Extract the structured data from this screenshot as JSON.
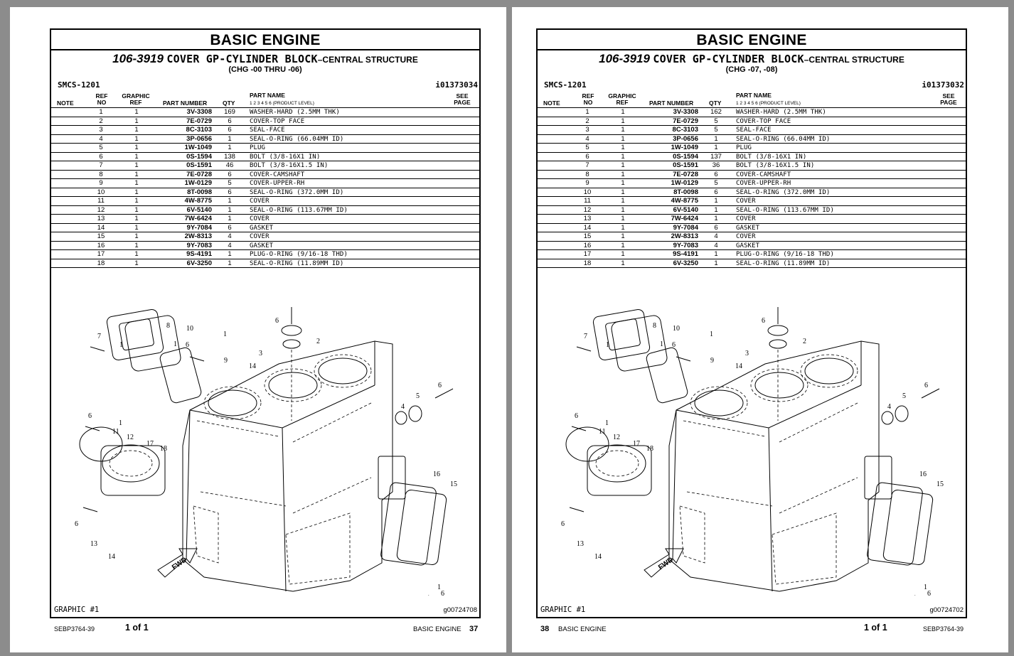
{
  "section_title": "BASIC ENGINE",
  "group_number": "106-3919",
  "group_name": "COVER GP-CYLINDER BLOCK",
  "group_sub": "–CENTRAL STRUCTURE",
  "smcs": "SMCS-1201",
  "table_headers": {
    "note": "NOTE",
    "ref_a": "REF",
    "ref_b": "NO",
    "graphic_a": "GRAPHIC",
    "graphic_b": "REF",
    "part_number": "PART NUMBER",
    "qty": "QTY",
    "part_name": "PART NAME",
    "product_level": "1 2 3 4 5 6 (PRODUCT LEVEL)",
    "see_a": "SEE",
    "see_b": "PAGE"
  },
  "graphic_label": "GRAPHIC #1",
  "pages": [
    {
      "chg": "(CHG -00 THRU -06)",
      "illustration_id": "i01373034",
      "graphic_id": "g00724708",
      "doc_id": "SEBP3764-39",
      "page_of": "1 of 1",
      "footer_section": "BASIC ENGINE",
      "page_number": "37",
      "parts": [
        {
          "ref": "1",
          "graphic": "1",
          "part": "3V-3308",
          "qty": "169",
          "name": "WASHER-HARD (2.5MM THK)"
        },
        {
          "ref": "2",
          "graphic": "1",
          "part": "7E-0729",
          "qty": "6",
          "name": "COVER-TOP FACE"
        },
        {
          "ref": "3",
          "graphic": "1",
          "part": "8C-3103",
          "qty": "6",
          "name": "SEAL-FACE"
        },
        {
          "ref": "4",
          "graphic": "1",
          "part": "3P-0656",
          "qty": "1",
          "name": "SEAL-O-RING (66.04MM ID)"
        },
        {
          "ref": "5",
          "graphic": "1",
          "part": "1W-1049",
          "qty": "1",
          "name": "PLUG"
        },
        {
          "ref": "6",
          "graphic": "1",
          "part": "0S-1594",
          "qty": "138",
          "name": "BOLT (3/8-16X1 IN)"
        },
        {
          "ref": "7",
          "graphic": "1",
          "part": "0S-1591",
          "qty": "46",
          "name": "BOLT (3/8-16X1.5 IN)"
        },
        {
          "ref": "8",
          "graphic": "1",
          "part": "7E-0728",
          "qty": "6",
          "name": "COVER-CAMSHAFT"
        },
        {
          "ref": "9",
          "graphic": "1",
          "part": "1W-0129",
          "qty": "5",
          "name": "COVER-UPPER-RH"
        },
        {
          "ref": "10",
          "graphic": "1",
          "part": "8T-0098",
          "qty": "6",
          "name": "SEAL-O-RING (372.0MM ID)"
        },
        {
          "ref": "11",
          "graphic": "1",
          "part": "4W-8775",
          "qty": "1",
          "name": "COVER"
        },
        {
          "ref": "12",
          "graphic": "1",
          "part": "6V-5140",
          "qty": "1",
          "name": "SEAL-O-RING (113.67MM ID)"
        },
        {
          "ref": "13",
          "graphic": "1",
          "part": "7W-6424",
          "qty": "1",
          "name": "COVER"
        },
        {
          "ref": "14",
          "graphic": "1",
          "part": "9Y-7084",
          "qty": "6",
          "name": "GASKET"
        },
        {
          "ref": "15",
          "graphic": "1",
          "part": "2W-8313",
          "qty": "4",
          "name": "COVER"
        },
        {
          "ref": "16",
          "graphic": "1",
          "part": "9Y-7083",
          "qty": "4",
          "name": "GASKET"
        },
        {
          "ref": "17",
          "graphic": "1",
          "part": "9S-4191",
          "qty": "1",
          "name": "PLUG-O-RING (9/16-18 THD)"
        },
        {
          "ref": "18",
          "graphic": "1",
          "part": "6V-3250",
          "qty": "1",
          "name": "SEAL-O-RING (11.89MM ID)"
        }
      ]
    },
    {
      "chg": "(CHG -07, -08)",
      "illustration_id": "i01373032",
      "graphic_id": "g00724702",
      "doc_id": "SEBP3764-39",
      "page_of": "1 of 1",
      "footer_section": "BASIC ENGINE",
      "page_number": "38",
      "parts": [
        {
          "ref": "1",
          "graphic": "1",
          "part": "3V-3308",
          "qty": "162",
          "name": "WASHER-HARD (2.5MM THK)"
        },
        {
          "ref": "2",
          "graphic": "1",
          "part": "7E-0729",
          "qty": "5",
          "name": "COVER-TOP FACE"
        },
        {
          "ref": "3",
          "graphic": "1",
          "part": "8C-3103",
          "qty": "5",
          "name": "SEAL-FACE"
        },
        {
          "ref": "4",
          "graphic": "1",
          "part": "3P-0656",
          "qty": "1",
          "name": "SEAL-O-RING (66.04MM ID)"
        },
        {
          "ref": "5",
          "graphic": "1",
          "part": "1W-1049",
          "qty": "1",
          "name": "PLUG"
        },
        {
          "ref": "6",
          "graphic": "1",
          "part": "0S-1594",
          "qty": "137",
          "name": "BOLT (3/8-16X1 IN)"
        },
        {
          "ref": "7",
          "graphic": "1",
          "part": "0S-1591",
          "qty": "36",
          "name": "BOLT (3/8-16X1.5 IN)"
        },
        {
          "ref": "8",
          "graphic": "1",
          "part": "7E-0728",
          "qty": "6",
          "name": "COVER-CAMSHAFT"
        },
        {
          "ref": "9",
          "graphic": "1",
          "part": "1W-0129",
          "qty": "5",
          "name": "COVER-UPPER-RH"
        },
        {
          "ref": "10",
          "graphic": "1",
          "part": "8T-0098",
          "qty": "6",
          "name": "SEAL-O-RING (372.0MM ID)"
        },
        {
          "ref": "11",
          "graphic": "1",
          "part": "4W-8775",
          "qty": "1",
          "name": "COVER"
        },
        {
          "ref": "12",
          "graphic": "1",
          "part": "6V-5140",
          "qty": "1",
          "name": "SEAL-O-RING (113.67MM ID)"
        },
        {
          "ref": "13",
          "graphic": "1",
          "part": "7W-6424",
          "qty": "1",
          "name": "COVER"
        },
        {
          "ref": "14",
          "graphic": "1",
          "part": "9Y-7084",
          "qty": "6",
          "name": "GASKET"
        },
        {
          "ref": "15",
          "graphic": "1",
          "part": "2W-8313",
          "qty": "4",
          "name": "COVER"
        },
        {
          "ref": "16",
          "graphic": "1",
          "part": "9Y-7083",
          "qty": "4",
          "name": "GASKET"
        },
        {
          "ref": "17",
          "graphic": "1",
          "part": "9S-4191",
          "qty": "1",
          "name": "PLUG-O-RING (9/16-18 THD)"
        },
        {
          "ref": "18",
          "graphic": "1",
          "part": "6V-3250",
          "qty": "1",
          "name": "SEAL-O-RING (11.89MM ID)"
        }
      ]
    }
  ],
  "diagram": {
    "callouts": [
      "1",
      "1",
      "1",
      "1",
      "1",
      "2",
      "3",
      "4",
      "5",
      "6",
      "6",
      "6",
      "6",
      "6",
      "6",
      "7",
      "8",
      "9",
      "10",
      "11",
      "12",
      "13",
      "14",
      "14",
      "15",
      "16",
      "17",
      "18"
    ],
    "fwd_label": "FWD"
  }
}
